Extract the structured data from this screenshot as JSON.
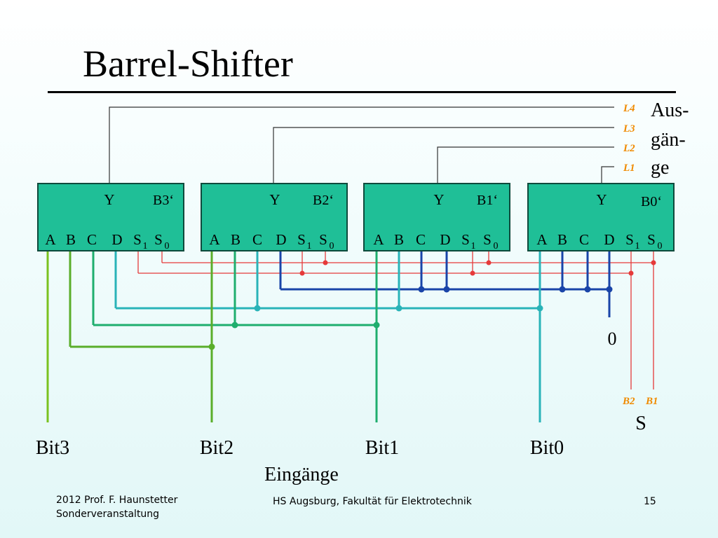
{
  "slide": {
    "title": "Barrel-Shifter",
    "footer": {
      "author": "2012 Prof. F. Haunstetter",
      "event": "Sonderveranstaltung",
      "institution": "HS Augsburg, Fakultät für Elektrotechnik",
      "page": "15"
    }
  },
  "diagram": {
    "blocks": [
      {
        "name": "B3‘",
        "output": "Y"
      },
      {
        "name": "B2‘",
        "output": "Y"
      },
      {
        "name": "B1‘",
        "output": "Y"
      },
      {
        "name": "B0‘",
        "output": "Y"
      }
    ],
    "pins": [
      "A",
      "B",
      "C",
      "D",
      "S",
      "S"
    ],
    "pin_subscripts": {
      "s1": "1",
      "s0": "0"
    },
    "outputs": {
      "title_lines": [
        "Aus-",
        "gän-",
        "ge"
      ],
      "lines": [
        "L4",
        "L3",
        "L2",
        "L1"
      ]
    },
    "inputs": {
      "labels": [
        "Bit3",
        "Bit2",
        "Bit1",
        "Bit0"
      ],
      "title": "Eingänge"
    },
    "constant_zero": "0",
    "select": {
      "labels": [
        "B2",
        "B1"
      ],
      "title": "S"
    },
    "colors": {
      "block_fill": "#1fbf97",
      "block_stroke": "#0e4a3c",
      "bit3_wire": "#7ac21f",
      "bit2_wire": "#5aae2a",
      "bit1_wire": "#1fae6e",
      "bit0_wire": "#29b3b8",
      "zero_wire": "#1944a8",
      "select_wire": "#e53a3a",
      "line_label": "#f08a00",
      "output_wire": "#333333"
    }
  }
}
